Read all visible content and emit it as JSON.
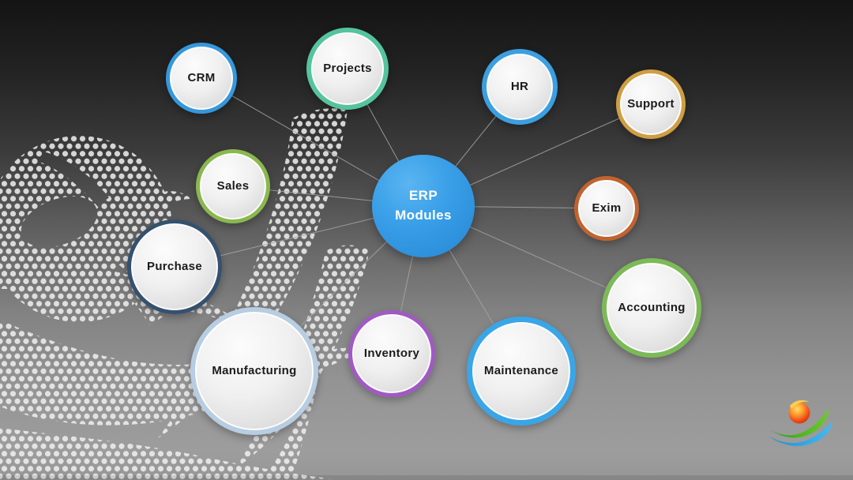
{
  "diagram": {
    "center": {
      "label_line1": "ERP",
      "label_line2": "Modules",
      "fill_color": "#2f96e0",
      "text_color": "#ffffff"
    },
    "nodes": {
      "crm": {
        "label": "CRM",
        "ring_color": "#3598dc"
      },
      "projects": {
        "label": "Projects",
        "ring_color": "#55c49c"
      },
      "hr": {
        "label": "HR",
        "ring_color": "#3b9fe0"
      },
      "support": {
        "label": "Support",
        "ring_color": "#cf9e44"
      },
      "sales": {
        "label": "Sales",
        "ring_color": "#8ab84e"
      },
      "exim": {
        "label": "Exim",
        "ring_color": "#c2632f"
      },
      "purchase": {
        "label": "Purchase",
        "ring_color": "#35516f"
      },
      "accounting": {
        "label": "Accounting",
        "ring_color": "#7cba58"
      },
      "manufacturing": {
        "label": "Manufacturing",
        "ring_color": "#b7cde2"
      },
      "inventory": {
        "label": "Inventory",
        "ring_color": "#a159c5"
      },
      "maintenance": {
        "label": "Maintenance",
        "ring_color": "#38a6e8"
      }
    },
    "connector_color": "#a6a6a6"
  },
  "decor": {
    "halftone_dot_color": "#f0f0f0"
  },
  "logo": {
    "icon": "multicolor-swoosh-logo",
    "colors": {
      "orange": "#ef4e16",
      "green": "#4cb822",
      "blue": "#29a8e0"
    }
  }
}
